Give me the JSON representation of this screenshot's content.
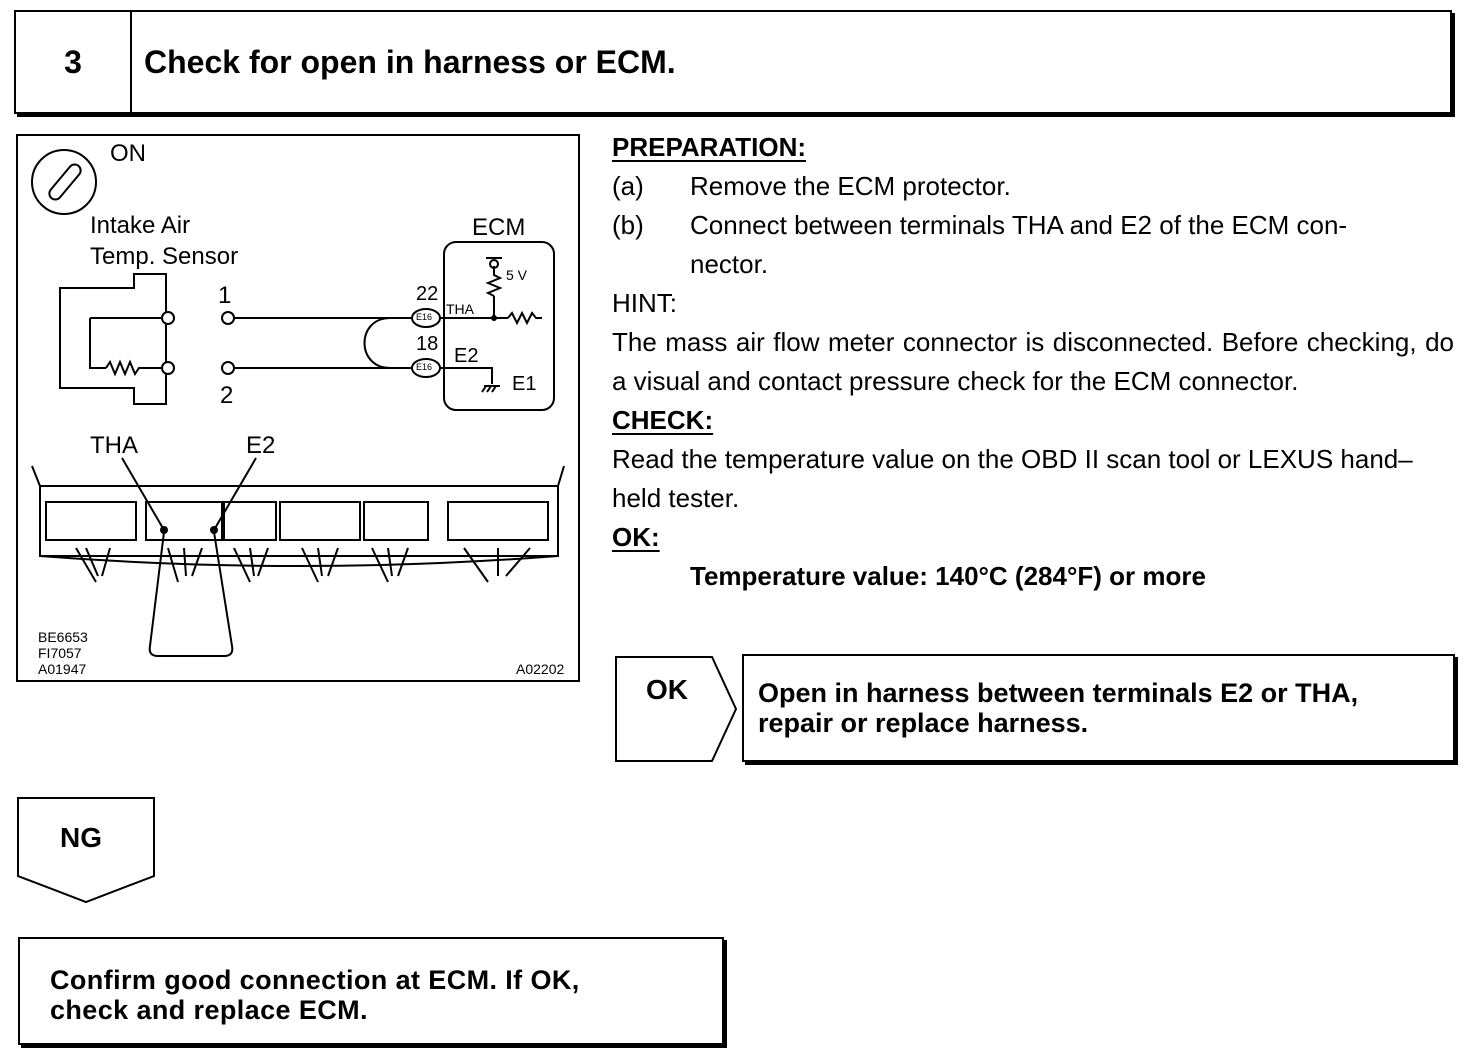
{
  "step": {
    "number": "3",
    "title": "Check for open in harness or ECM."
  },
  "figure": {
    "ignition": "ON",
    "sensor_label_line1": "Intake Air",
    "sensor_label_line2": "Temp. Sensor",
    "ecm_label": "ECM",
    "voltage": "5 V",
    "terminal_1": "1",
    "terminal_2": "2",
    "pin_22": "22",
    "pin_18": "18",
    "connector_e16_a": "E16",
    "connector_e16_b": "E16",
    "ecm_tha": "THA",
    "ecm_e2": "E2",
    "ecm_e1": "E1",
    "harness_tha": "THA",
    "harness_e2": "E2",
    "code_1": "BE6653",
    "code_2": "FI7057",
    "code_3": "A01947",
    "code_4": "A02202"
  },
  "preparation": {
    "heading": "PREPARATION:",
    "items": [
      {
        "label": "(a)",
        "text": "Remove the ECM protector."
      },
      {
        "label": "(b)",
        "text": "Connect between terminals THA and E2 of the ECM con-",
        "text2": "nector."
      }
    ]
  },
  "hint": {
    "heading": "HINT:",
    "text": "The mass air flow meter connector is disconnected. Before checking, do a visual and contact pressure check for the ECM connector."
  },
  "check": {
    "heading": "CHECK:",
    "text": "Read the temperature value on the OBD II scan tool or LEXUS hand–held tester."
  },
  "ok": {
    "heading": "OK:",
    "spec": "Temperature value: 140°C (284°F) or more"
  },
  "ok_result": {
    "label": "OK",
    "line1": "Open in harness between terminals E2 or THA,",
    "line2": "repair or replace harness."
  },
  "ng_result": {
    "label": "NG",
    "line1": "Confirm good connection at ECM. If OK,",
    "line2": "check and replace ECM."
  }
}
